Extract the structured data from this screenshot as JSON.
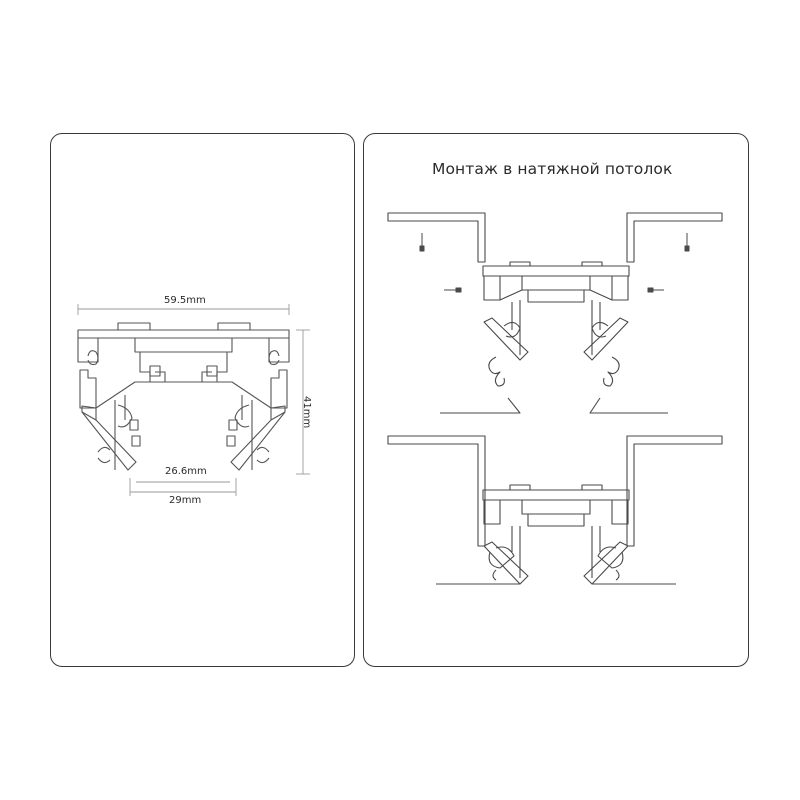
{
  "profile_diagram": {
    "width_label": "59.5mm",
    "height_label": "41mm",
    "inner_width_label": "26.6mm",
    "opening_width_label": "29mm"
  },
  "installation_diagram": {
    "title": "Монтаж в натяжной потолок"
  }
}
